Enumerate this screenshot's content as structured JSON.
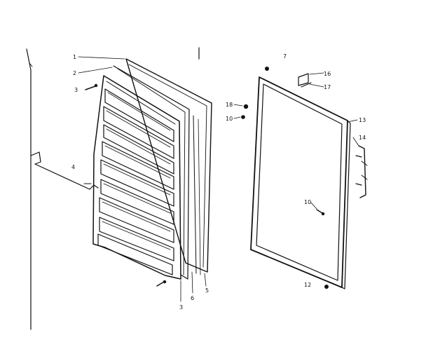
{
  "labels": {
    "l1": "1",
    "l2": "2",
    "l3a": "3",
    "l4": "4",
    "l3b": "3",
    "l6": "6",
    "l5": "5",
    "l7": "7",
    "l18": "18",
    "l17": "17",
    "l16": "16",
    "l10a": "10",
    "l13": "13",
    "l14": "14",
    "l10b": "10",
    "l12": "12"
  }
}
